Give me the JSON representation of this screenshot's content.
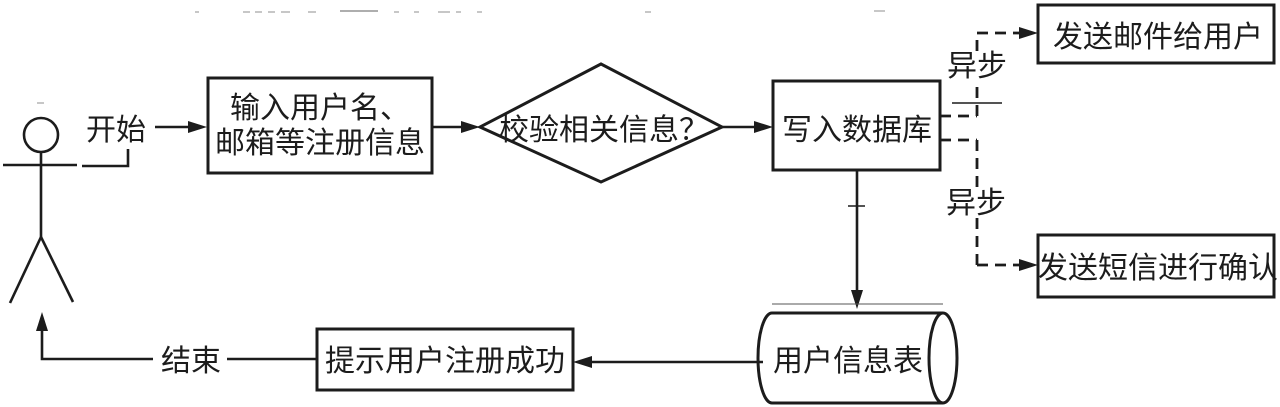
{
  "colors": {
    "background": "#ffffff",
    "ink": "#1c1c1c"
  },
  "flowchart": {
    "start_label": "开始",
    "end_label": "结束",
    "async_top_label": "异步",
    "async_bottom_label": "异步",
    "nodes": {
      "input_info": {
        "line1": "输入用户名、",
        "line2": "邮箱等注册信息"
      },
      "validate": {
        "label": "校验相关信息？"
      },
      "write_db": {
        "label": "写入数据库"
      },
      "send_email": {
        "label": "发送邮件给用户"
      },
      "send_sms": {
        "label": "发送短信进行确认"
      },
      "user_table": {
        "label": "用户信息表"
      },
      "notify_success": {
        "label": "提示用户注册成功"
      }
    }
  }
}
